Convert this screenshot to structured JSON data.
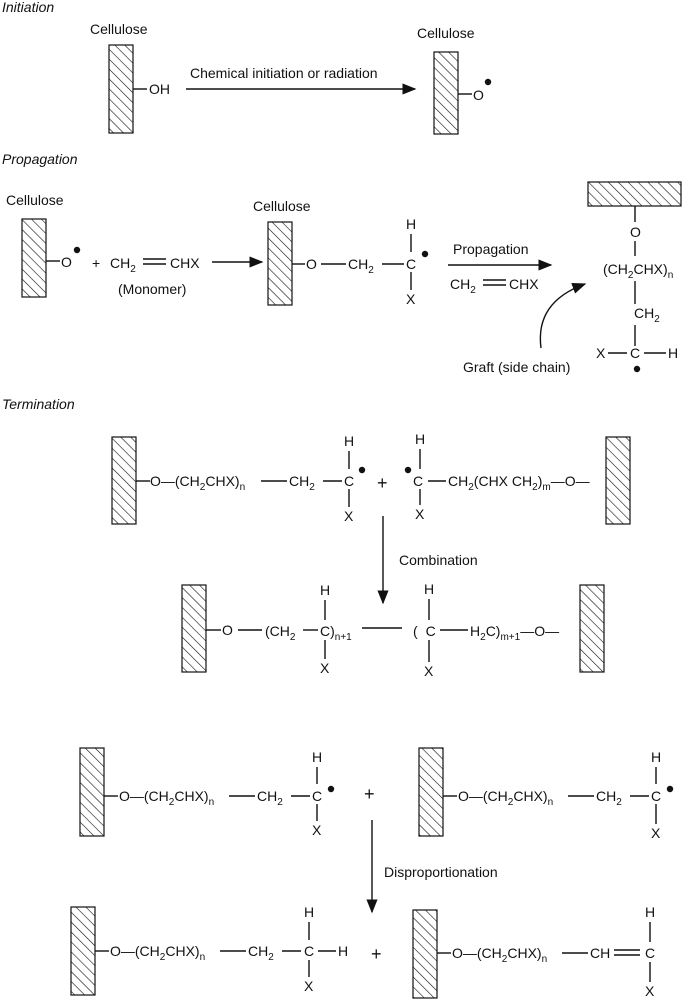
{
  "sections": {
    "initiation": "Initiation",
    "propagation": "Propagation",
    "termination": "Termination"
  },
  "labels": {
    "cellulose": "Cellulose",
    "oh": "OH",
    "o": "O",
    "chem_init": "Chemical initiation or radiation",
    "ch2": "CH",
    "chx": "CHX",
    "monomer": "(Monomer)",
    "propagation": "Propagation",
    "graft": "Graft (side chain)",
    "h": "H",
    "x": "X",
    "c": "C",
    "plus": "+",
    "combination": "Combination",
    "disproportionation": "Disproportionation",
    "sub2": "2",
    "sub_n": "n",
    "sub_m": "m",
    "sub_n1": "n+1",
    "sub_m1": "m+1"
  }
}
